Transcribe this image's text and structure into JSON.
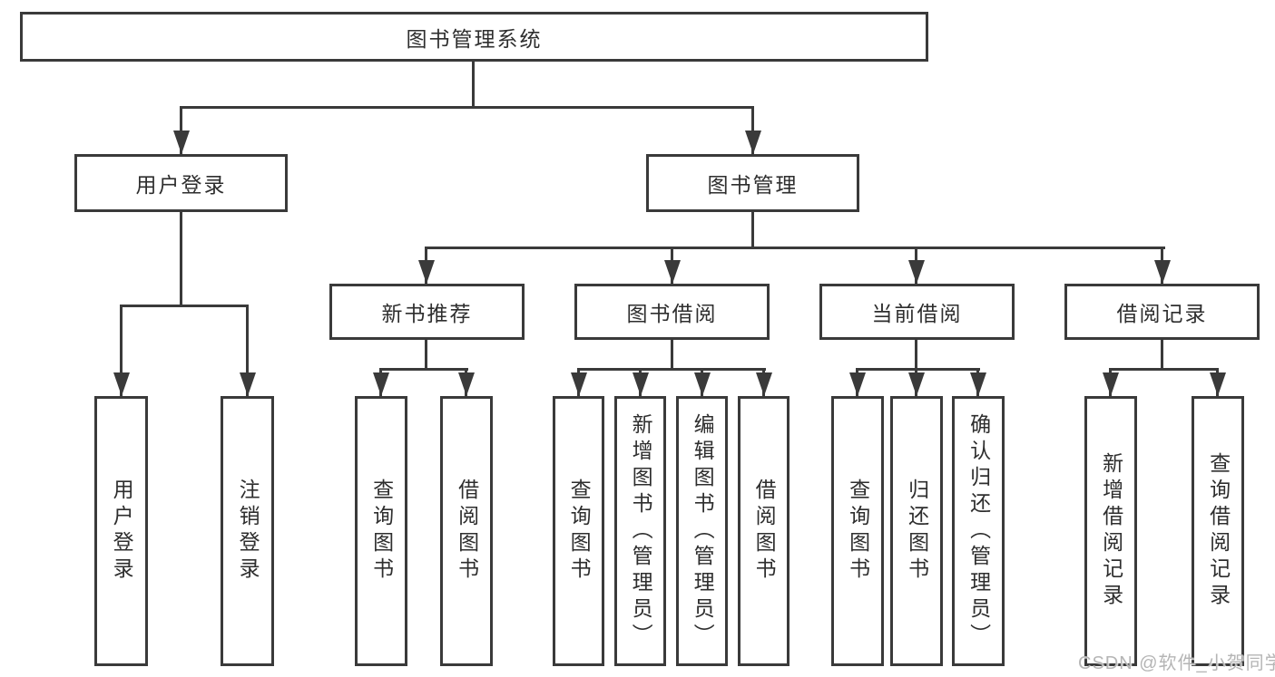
{
  "diagram": {
    "title": "图书管理系统",
    "branches": [
      {
        "label": "用户登录",
        "leaves": [
          "用户登录",
          "注销登录"
        ]
      },
      {
        "label": "图书管理",
        "groups": [
          {
            "label": "新书推荐",
            "leaves": [
              "查询图书",
              "借阅图书"
            ]
          },
          {
            "label": "图书借阅",
            "leaves": [
              "查询图书",
              "新增图书（管理员）",
              "编辑图书（管理员）",
              "借阅图书"
            ]
          },
          {
            "label": "当前借阅",
            "leaves": [
              "查询图书",
              "归还图书",
              "确认归还（管理员）"
            ]
          },
          {
            "label": "借阅记录",
            "leaves": [
              "新增借阅记录",
              "查询借阅记录"
            ]
          }
        ]
      }
    ]
  },
  "watermark": {
    "text": "CSDN @软件_小贺同学"
  },
  "colors": {
    "line": "#3a3a3a",
    "text": "#2e2e2e",
    "box_fill": "#ffffff",
    "background": "#ffffff",
    "watermark": "#b5b5b5"
  }
}
